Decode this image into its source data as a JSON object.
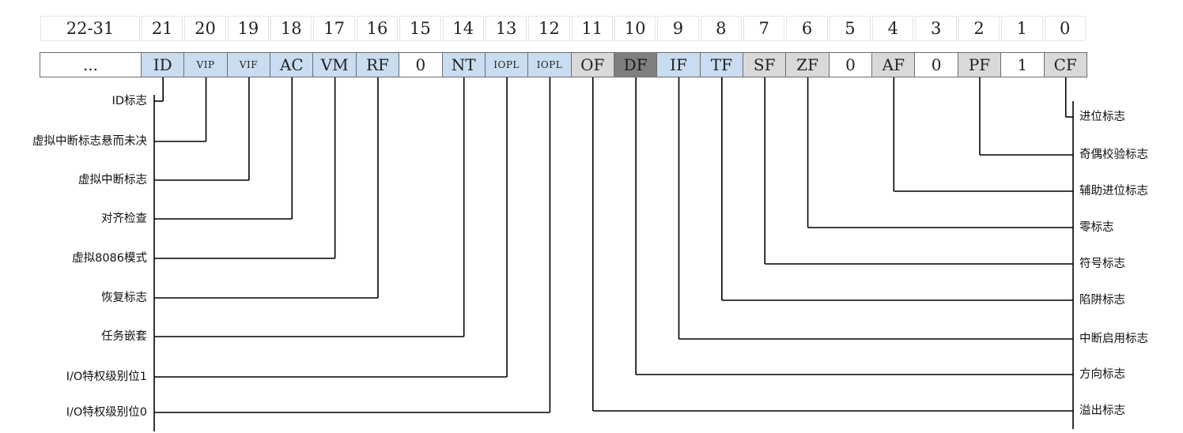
{
  "colors": {
    "blue": "#c9dcf0",
    "white": "#ffffff",
    "gray": "#d9d9d9",
    "dark": "#7f7f7f"
  },
  "bit_numbers": [
    "22-31",
    "21",
    "20",
    "19",
    "18",
    "17",
    "16",
    "15",
    "14",
    "13",
    "12",
    "11",
    "10",
    "9",
    "8",
    "7",
    "6",
    "5",
    "4",
    "3",
    "2",
    "1",
    "0"
  ],
  "register": [
    {
      "text": "...",
      "style": "white"
    },
    {
      "text": "ID",
      "style": "blue"
    },
    {
      "text": "VIP",
      "style": "blue",
      "small": true
    },
    {
      "text": "VIF",
      "style": "blue",
      "small": true
    },
    {
      "text": "AC",
      "style": "blue"
    },
    {
      "text": "VM",
      "style": "blue"
    },
    {
      "text": "RF",
      "style": "blue"
    },
    {
      "text": "0",
      "style": "white"
    },
    {
      "text": "NT",
      "style": "blue"
    },
    {
      "text": "IOPL",
      "style": "blue",
      "small": true
    },
    {
      "text": "IOPL",
      "style": "blue",
      "small": true
    },
    {
      "text": "OF",
      "style": "gray"
    },
    {
      "text": "DF",
      "style": "dark"
    },
    {
      "text": "IF",
      "style": "blue"
    },
    {
      "text": "TF",
      "style": "blue"
    },
    {
      "text": "SF",
      "style": "gray"
    },
    {
      "text": "ZF",
      "style": "gray"
    },
    {
      "text": "0",
      "style": "white"
    },
    {
      "text": "AF",
      "style": "gray"
    },
    {
      "text": "0",
      "style": "white"
    },
    {
      "text": "PF",
      "style": "gray"
    },
    {
      "text": "1",
      "style": "white"
    },
    {
      "text": "CF",
      "style": "gray"
    }
  ],
  "left_labels": [
    {
      "text": "ID标志",
      "cell": 1
    },
    {
      "text": "虚拟中断标志悬而未决",
      "cell": 2
    },
    {
      "text": "虚拟中断标志",
      "cell": 3
    },
    {
      "text": "对齐检查",
      "cell": 4
    },
    {
      "text": "虚拟8086模式",
      "cell": 5
    },
    {
      "text": "恢复标志",
      "cell": 6
    },
    {
      "text": "任务嵌套",
      "cell": 8
    },
    {
      "text": "I/O特权级别位1",
      "cell": 9
    },
    {
      "text": "I/O特权级别位0",
      "cell": 10
    }
  ],
  "right_labels": [
    {
      "text": "进位标志",
      "cell": 22
    },
    {
      "text": "奇偶校验标志",
      "cell": 20
    },
    {
      "text": "辅助进位标志",
      "cell": 18
    },
    {
      "text": "零标志",
      "cell": 16
    },
    {
      "text": "符号标志",
      "cell": 15
    },
    {
      "text": "陷阱标志",
      "cell": 14
    },
    {
      "text": "中断启用标志",
      "cell": 13
    },
    {
      "text": "方向标志",
      "cell": 12
    },
    {
      "text": "溢出标志",
      "cell": 11
    }
  ]
}
